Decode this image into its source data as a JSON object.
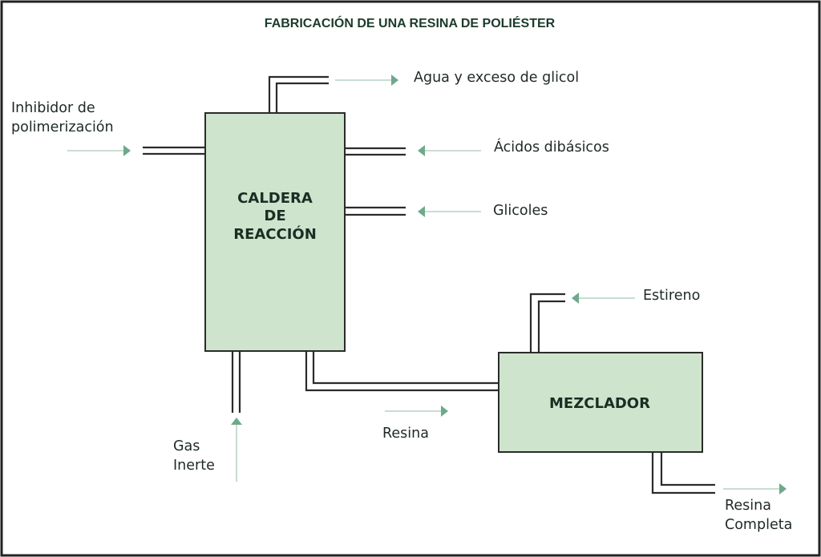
{
  "title": "FABRICACIÓN DE UNA RESINA DE POLIÉSTER",
  "colors": {
    "box_fill": "#cfe4cc",
    "arrow": "#6fa98c",
    "pipe": "#2b2b2b",
    "text": "#1e2a24"
  },
  "nodes": {
    "caldera": {
      "lines": [
        "CALDERA",
        "DE",
        "REACCIÓN"
      ]
    },
    "mezclador": {
      "lines": [
        "MEZCLADOR"
      ]
    }
  },
  "streams": {
    "agua": {
      "label": [
        "Agua y exceso de glicol"
      ],
      "direction": "out"
    },
    "inhibidor": {
      "label": [
        "Inhibidor de",
        "polimerización"
      ],
      "direction": "in"
    },
    "acidos": {
      "label": [
        "Ácidos dibásicos"
      ],
      "direction": "in"
    },
    "glicoles": {
      "label": [
        "Glicoles"
      ],
      "direction": "in"
    },
    "gas": {
      "label": [
        "Gas",
        "Inerte"
      ],
      "direction": "in"
    },
    "resina": {
      "label": [
        "Resina"
      ],
      "direction": "transfer"
    },
    "estireno": {
      "label": [
        "Estireno"
      ],
      "direction": "in"
    },
    "resina_completa": {
      "label": [
        "Resina",
        "Completa"
      ],
      "direction": "out"
    }
  }
}
